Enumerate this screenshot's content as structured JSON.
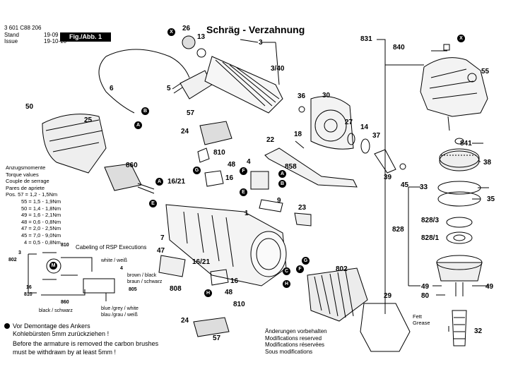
{
  "header": {
    "doc_number": "3 601 C88 206",
    "stand_label": "Stand",
    "issue_label": "Issue",
    "stand_value": "19-09",
    "issue_value": "19-10-10",
    "figure_label": "Fig./Abb. 1"
  },
  "title": "Schräg - Verzahnung",
  "torque": {
    "headings": [
      "Anzugsmomente",
      "Torque values",
      "Couple de serrage",
      "Pares de apriete"
    ],
    "rows": [
      "Pos.  57 = 1,2  - 1,5Nm",
      "55 = 1,5  - 1,9Nm",
      "50 = 1,4  - 1,8Nm",
      "49 = 1,6  - 2,1Nm",
      "48 = 0,6  - 0,8Nm",
      "47 = 2,0  - 2,5Nm",
      "45 = 7,0  - 9,0Nm",
      "4 = 0,5  - 0,8Nm"
    ]
  },
  "wiring": {
    "caption": "Cabeling of RSP Executions",
    "white": "white / weiß",
    "brown": "brown / black",
    "brown2": "braun / schwarz",
    "blue": "blue /grey / white",
    "blue2": "blau /grau / weiß",
    "black": "black / schwarz"
  },
  "warning": {
    "de1": "Vor Demontage des Ankers",
    "de2": "Kohlebürsten 5mm zurückziehen !",
    "en1": "Before the armature is removed the carbon brushes",
    "en2": "must be withdrawn by at least 5mm !"
  },
  "changes": [
    "Änderungen vorbehalten",
    "Modifications reserved",
    "Modifications réservées",
    "Sous modifications"
  ],
  "grease": [
    "Fett",
    "Grease"
  ],
  "parts": {
    "p26": "26",
    "p13": "13",
    "p3": "3",
    "p3_40": "3/40",
    "p831": "831",
    "p840": "840",
    "p55": "55",
    "p5": "5",
    "p6": "6",
    "p36": "36",
    "p30": "30",
    "p50": "50",
    "p25": "25",
    "p57a": "57",
    "p24a": "24",
    "p810a": "810",
    "p48a": "48",
    "p16": "16",
    "p16_21a": "16/21",
    "p860": "860",
    "p4": "4",
    "p858": "858",
    "p22": "22",
    "p18": "18",
    "p27": "27",
    "p14": "14",
    "p37": "37",
    "p841": "841",
    "p38": "38",
    "p39": "39",
    "p45": "45",
    "p33": "33",
    "p35": "35",
    "p9": "9",
    "p23": "23",
    "p1": "1",
    "p828_3": "828/3",
    "p828": "828",
    "p828_1": "828/1",
    "p7": "7",
    "p47": "47",
    "p16_21b": "16/21",
    "p16b": "16",
    "p802a": "802",
    "p802b": "802",
    "p808": "808",
    "p49a": "49",
    "p49b": "49",
    "p80": "80",
    "p48b": "48",
    "p810b": "810",
    "p24b": "24",
    "p57b": "57",
    "p29": "29",
    "p32": "32",
    "p3w": "3",
    "p810w": "810",
    "p802w": "802",
    "p16w": "16",
    "p810w2": "810",
    "p860w": "860",
    "p805": "805",
    "p4w": "4"
  },
  "badges": {
    "x1": "X",
    "x2": "X",
    "b1": "B",
    "a1": "A",
    "a2": "A",
    "e1": "E",
    "g1": "G",
    "f1": "F",
    "e2": "E",
    "a3": "A",
    "b2": "B",
    "g2": "G",
    "f2": "F",
    "c1": "C",
    "h1": "H",
    "h2": "H",
    "m": "M"
  }
}
